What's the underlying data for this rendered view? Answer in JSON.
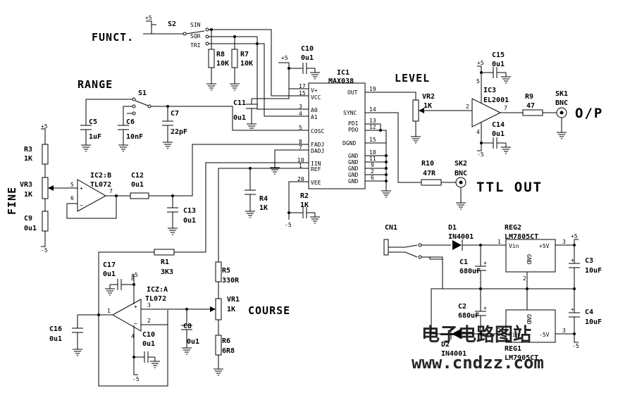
{
  "headings": {
    "funct": "FUNCT.",
    "range": "RANGE",
    "fine": "FINE",
    "level": "LEVEL",
    "course": "COURSE",
    "out": "O/P",
    "ttl": "TTL OUT"
  },
  "s2": {
    "ref": "S2",
    "positions": [
      "SIN",
      "SQR",
      "TRI"
    ]
  },
  "ic1": {
    "ref": "IC1",
    "part": "MAX038",
    "left_pins": [
      {
        "num": "17",
        "name": "V+"
      },
      {
        "num": "15",
        "name": "VCC"
      },
      {
        "num": "3",
        "name": "A0"
      },
      {
        "num": "4",
        "name": "A1"
      },
      {
        "num": "5",
        "name": "COSC"
      },
      {
        "num": "8",
        "name": "FADJ"
      },
      {
        "num": "7",
        "name": "DADJ"
      },
      {
        "num": "10",
        "name": "IIN"
      },
      {
        "num": "1",
        "name": "REF"
      },
      {
        "num": "20",
        "name": "VEE"
      }
    ],
    "right_pins": [
      {
        "num": "19",
        "name": "OUT"
      },
      {
        "num": "14",
        "name": "SYNC"
      },
      {
        "num": "13",
        "name": "PDI"
      },
      {
        "num": "12",
        "name": "PDO"
      },
      {
        "num": "15",
        "name": "DGND"
      },
      {
        "num": "18",
        "name": "GND"
      },
      {
        "num": "11",
        "name": "GND"
      },
      {
        "num": "9",
        "name": "GND"
      },
      {
        "num": "2",
        "name": "GND"
      },
      {
        "num": "6",
        "name": "GND"
      }
    ]
  },
  "ic2b": {
    "ref": "IC2:B",
    "part": "TL072",
    "pins": [
      "5",
      "6",
      "7"
    ]
  },
  "ic2a": {
    "ref": "ICZ:A",
    "part": "TL072",
    "pins": [
      "8",
      "3",
      "2",
      "1",
      "4"
    ]
  },
  "ic3": {
    "ref": "IC3",
    "part": "EL2001",
    "pins": [
      "5",
      "2",
      "7",
      "4"
    ]
  },
  "reg2": {
    "ref": "REG2",
    "part": "LM7805CT",
    "pins": [
      "1",
      "2",
      "3"
    ],
    "vin": "Vin",
    "vout": "+5V",
    "gnd": "GND"
  },
  "reg1": {
    "ref": "REG1",
    "part": "LM7905CT",
    "pins": [
      "2",
      "3"
    ],
    "vin": "Vin",
    "vout": "-5V",
    "gnd": "GND"
  },
  "components": [
    {
      "id": "r8",
      "ref": "R8",
      "value": "10K"
    },
    {
      "id": "r7",
      "ref": "R7",
      "value": "10K"
    },
    {
      "id": "c10top",
      "ref": "C10",
      "value": "0u1"
    },
    {
      "id": "s1",
      "ref": "S1",
      "value": ""
    },
    {
      "id": "c5",
      "ref": "C5",
      "value": "1uF"
    },
    {
      "id": "c6",
      "ref": "C6",
      "value": "10nF"
    },
    {
      "id": "c7",
      "ref": "C7",
      "value": "22pF"
    },
    {
      "id": "c11",
      "ref": "C11",
      "value": "0u1"
    },
    {
      "id": "r3",
      "ref": "R3",
      "value": "1K"
    },
    {
      "id": "vr3",
      "ref": "VR3",
      "value": "1K"
    },
    {
      "id": "r4",
      "ref": "R4",
      "value": "1K"
    },
    {
      "id": "r2",
      "ref": "R2",
      "value": "1K"
    },
    {
      "id": "c9",
      "ref": "C9",
      "value": "0u1"
    },
    {
      "id": "c12",
      "ref": "C12",
      "value": "0u1"
    },
    {
      "id": "c13",
      "ref": "C13",
      "value": "0u1"
    },
    {
      "id": "vr2",
      "ref": "VR2",
      "value": "1K"
    },
    {
      "id": "r10",
      "ref": "R10",
      "value": "47R"
    },
    {
      "id": "sk2",
      "ref": "SK2",
      "value": "BNC"
    },
    {
      "id": "c15",
      "ref": "C15",
      "value": "0u1"
    },
    {
      "id": "c14",
      "ref": "C14",
      "value": "0u1"
    },
    {
      "id": "r9",
      "ref": "R9",
      "value": "47"
    },
    {
      "id": "sk1",
      "ref": "SK1",
      "value": "BNC"
    },
    {
      "id": "r1",
      "ref": "R1",
      "value": "3K3"
    },
    {
      "id": "c17",
      "ref": "C17",
      "value": "0u1"
    },
    {
      "id": "r5",
      "ref": "R5",
      "value": "330R"
    },
    {
      "id": "vr1",
      "ref": "VR1",
      "value": "1K"
    },
    {
      "id": "r6",
      "ref": "R6",
      "value": "6R8"
    },
    {
      "id": "c16",
      "ref": "C16",
      "value": "0u1"
    },
    {
      "id": "c10bot",
      "ref": "C10",
      "value": "0u1"
    },
    {
      "id": "c8",
      "ref": "C8",
      "value": "0u1"
    },
    {
      "id": "cn1",
      "ref": "CN1",
      "value": ""
    },
    {
      "id": "d1",
      "ref": "D1",
      "value": "IN4001"
    },
    {
      "id": "d2",
      "ref": "D2",
      "value": "IN4001"
    },
    {
      "id": "c1",
      "ref": "C1",
      "value": "680uF"
    },
    {
      "id": "c2",
      "ref": "C2",
      "value": "680uF"
    },
    {
      "id": "c3",
      "ref": "C3",
      "value": "10uF"
    },
    {
      "id": "c4",
      "ref": "C4",
      "value": "10uF"
    }
  ],
  "rails": {
    "plus5": "+5",
    "minus5": "-5"
  },
  "watermark": {
    "cn": "电子电路图站",
    "url": "www.cndzz.com",
    "color": "#7fd0ec"
  }
}
